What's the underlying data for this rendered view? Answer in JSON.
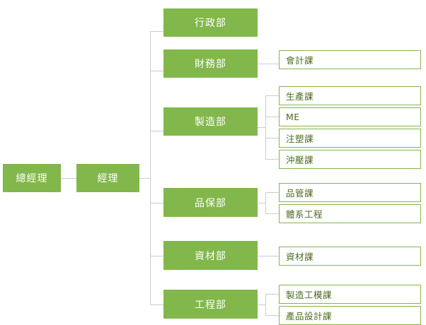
{
  "theme": {
    "box_fill": "#82b74b",
    "box_text": "#ffffff",
    "sub_border": "#82b74b",
    "sub_text": "#4b6b1f",
    "connector": "#cccccc",
    "background": "#ffffff"
  },
  "chart_data": {
    "type": "diagram",
    "title": "",
    "orientation": "left-to-right",
    "levels": 4,
    "nodes": [
      {
        "id": "n1",
        "label": "總經理",
        "level": 1,
        "style": "filled",
        "parent": null
      },
      {
        "id": "n2",
        "label": "經理",
        "level": 2,
        "style": "filled",
        "parent": "n1"
      },
      {
        "id": "d1",
        "label": "行政部",
        "level": 3,
        "style": "filled",
        "parent": "n2"
      },
      {
        "id": "d2",
        "label": "財務部",
        "level": 3,
        "style": "filled",
        "parent": "n2"
      },
      {
        "id": "d3",
        "label": "製造部",
        "level": 3,
        "style": "filled",
        "parent": "n2"
      },
      {
        "id": "d4",
        "label": "品保部",
        "level": 3,
        "style": "filled",
        "parent": "n2"
      },
      {
        "id": "d5",
        "label": "資材部",
        "level": 3,
        "style": "filled",
        "parent": "n2"
      },
      {
        "id": "d6",
        "label": "工程部",
        "level": 3,
        "style": "filled",
        "parent": "n2"
      },
      {
        "id": "s1",
        "label": "會計課",
        "level": 4,
        "style": "outline",
        "parent": "d2"
      },
      {
        "id": "s2",
        "label": "生產課",
        "level": 4,
        "style": "outline",
        "parent": "d3"
      },
      {
        "id": "s3",
        "label": "ME",
        "level": 4,
        "style": "outline",
        "parent": "d3"
      },
      {
        "id": "s4",
        "label": "注塑課",
        "level": 4,
        "style": "outline",
        "parent": "d3"
      },
      {
        "id": "s5",
        "label": "沖壓課",
        "level": 4,
        "style": "outline",
        "parent": "d3"
      },
      {
        "id": "s6",
        "label": "品管課",
        "level": 4,
        "style": "outline",
        "parent": "d4"
      },
      {
        "id": "s7",
        "label": "體系工程",
        "level": 4,
        "style": "outline",
        "parent": "d4"
      },
      {
        "id": "s8",
        "label": "資材課",
        "level": 4,
        "style": "outline",
        "parent": "d5"
      },
      {
        "id": "s9",
        "label": "製造工模課",
        "level": 4,
        "style": "outline",
        "parent": "d6"
      },
      {
        "id": "s10",
        "label": "產品設計課",
        "level": 4,
        "style": "outline",
        "parent": "d6"
      }
    ]
  },
  "org": {
    "root": {
      "label": "總經理"
    },
    "manager": {
      "label": "經理"
    },
    "departments": [
      {
        "label": "行政部",
        "sections": []
      },
      {
        "label": "財務部",
        "sections": [
          {
            "label": "會計課"
          }
        ]
      },
      {
        "label": "製造部",
        "sections": [
          {
            "label": "生產課"
          },
          {
            "label": "ME"
          },
          {
            "label": "注塑課"
          },
          {
            "label": "沖壓課"
          }
        ]
      },
      {
        "label": "品保部",
        "sections": [
          {
            "label": "品管課"
          },
          {
            "label": "體系工程"
          }
        ]
      },
      {
        "label": "資材部",
        "sections": [
          {
            "label": "資材課"
          }
        ]
      },
      {
        "label": "工程部",
        "sections": [
          {
            "label": "製造工模課"
          },
          {
            "label": "產品設計課"
          }
        ]
      }
    ]
  }
}
